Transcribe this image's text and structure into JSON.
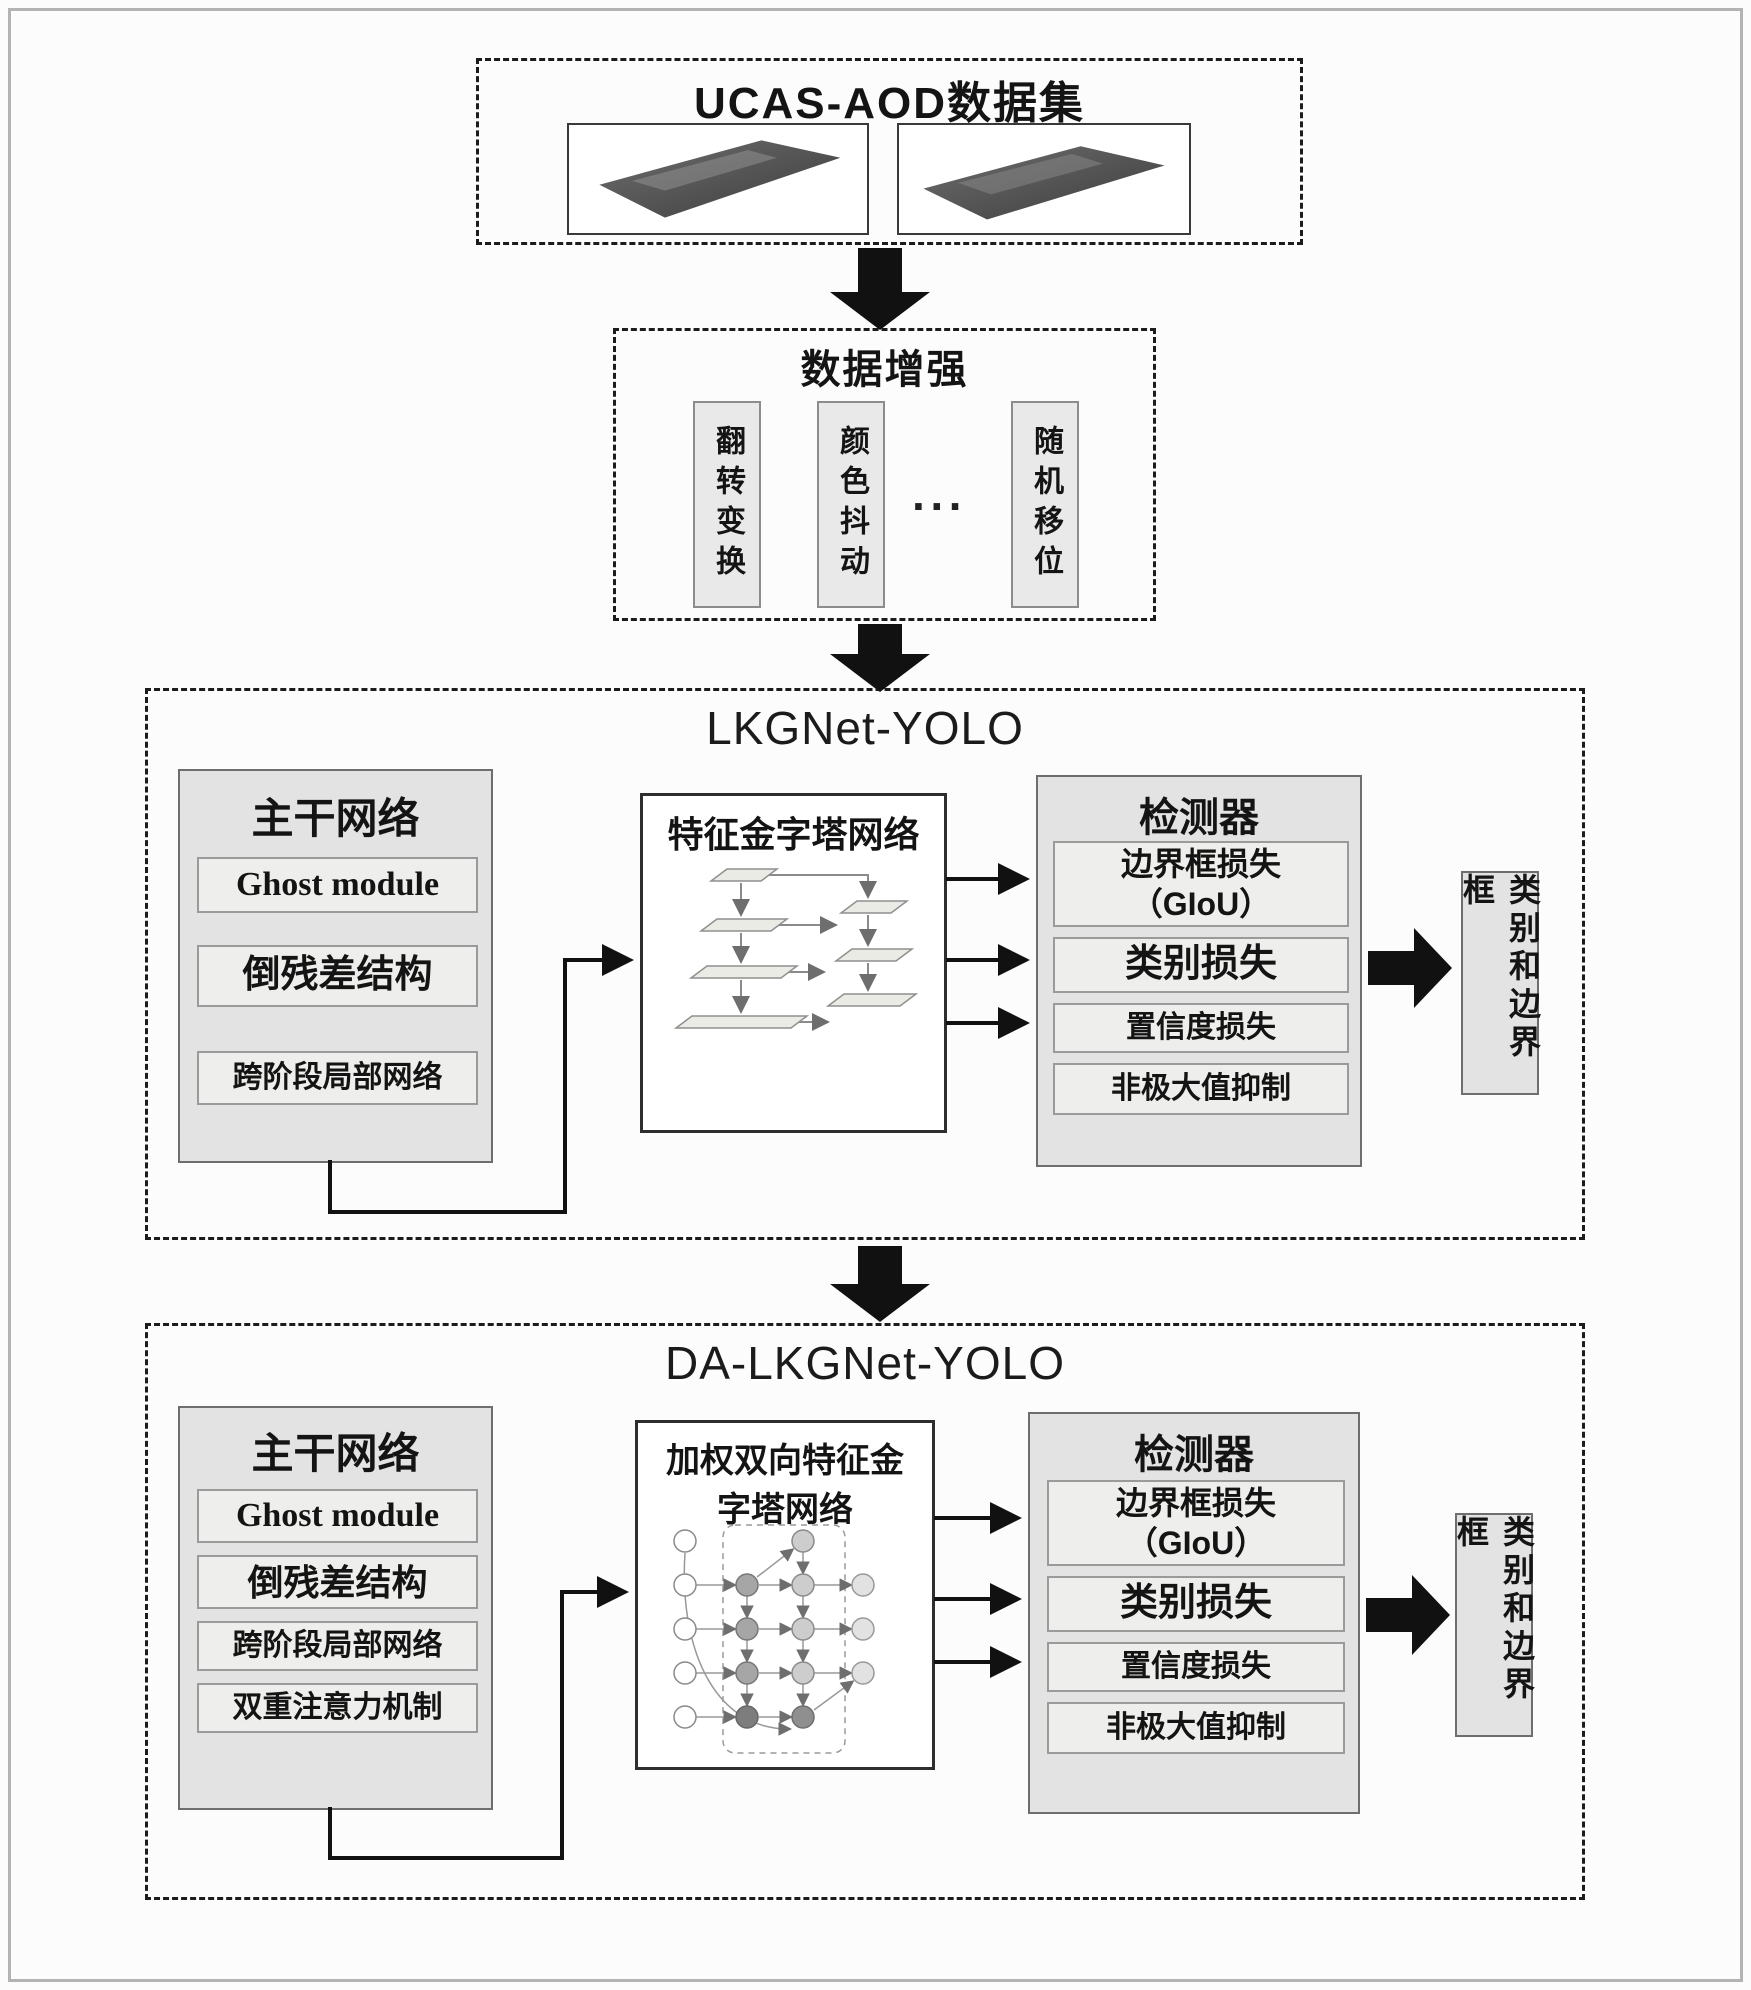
{
  "colors": {
    "panel_gray": "#e3e3e3",
    "item_gray": "#eeeeec",
    "line_black": "#111111",
    "border_gray": "#b3b3b3"
  },
  "dataset": {
    "title": "UCAS-AOD数据集"
  },
  "augmentation": {
    "title": "数据增强",
    "items": [
      "翻转变换",
      "颜色抖动",
      "随机移位"
    ],
    "ellipsis": "···"
  },
  "stage1": {
    "title": "LKGNet-YOLO",
    "backbone": {
      "title": "主干网络",
      "items": [
        "Ghost module",
        "倒残差结构",
        "跨阶段局部网络"
      ]
    },
    "neck": {
      "title": "特征金字塔网络"
    },
    "detector": {
      "title": "检测器",
      "items": [
        "边界框损失\n（GIoU）",
        "类别损失",
        "置信度损失",
        "非极大值抑制"
      ]
    },
    "output": "类别和边界框"
  },
  "stage2": {
    "title": "DA-LKGNet-YOLO",
    "backbone": {
      "title": "主干网络",
      "items": [
        "Ghost module",
        "倒残差结构",
        "跨阶段局部网络",
        "双重注意力机制"
      ]
    },
    "neck": {
      "title": "加权双向特征金\n字塔网络"
    },
    "detector": {
      "title": "检测器",
      "items": [
        "边界框损失\n（GIoU）",
        "类别损失",
        "置信度损失",
        "非极大值抑制"
      ]
    },
    "output": "类别和边界框"
  }
}
